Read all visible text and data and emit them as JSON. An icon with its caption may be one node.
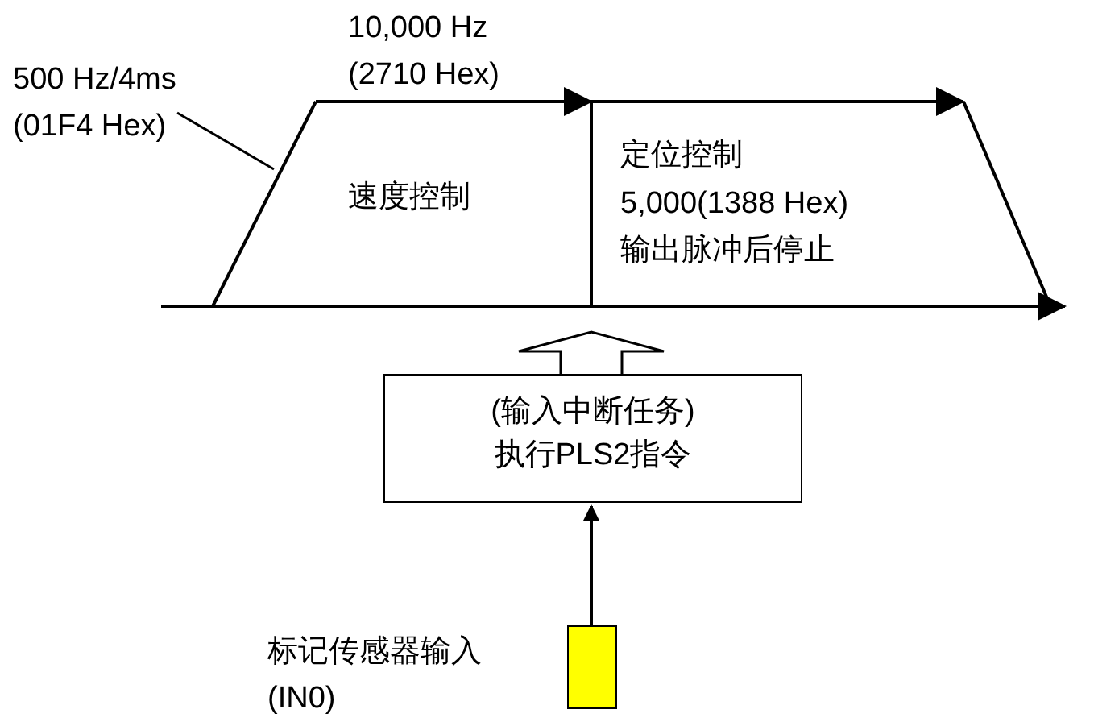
{
  "diagram": {
    "nodes": [
      {
        "text": [
          "(输入中断任务)",
          "执行PLS2指令"
        ]
      },
      {
        "text": [],
        "shape": "bar"
      },
      {
        "text": [
          "500 Hz/4ms (01F4 Hex)"
        ]
      }
    ],
    "edges": [
      {
        "from": 1,
        "to": 0,
        "arrow": "to"
      },
      {
        "from": 0,
        "to": null,
        "arrow": "to"
      },
      {
        "from": 2,
        "to": null,
        "arrow": "none"
      }
    ],
    "labels": [
      "10,000 Hz (2710 Hex)",
      "速度控制",
      "定位控制",
      "5,000(1388 Hex)",
      "输出脉冲后停止",
      "标记传感器输入 (IN0)"
    ]
  }
}
